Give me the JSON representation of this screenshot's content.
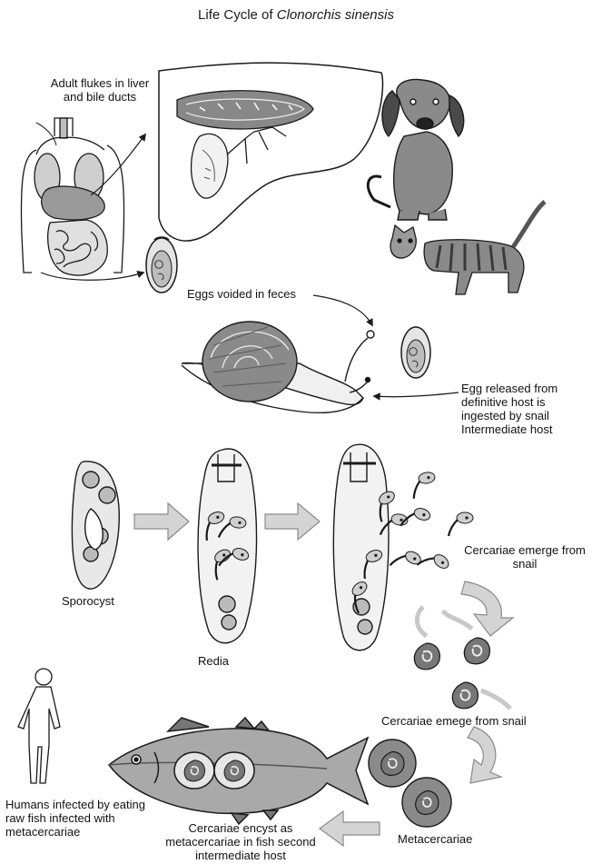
{
  "title": {
    "prefix": "Life Cycle of ",
    "species": "Clonorchis sinensis"
  },
  "labels": {
    "adult_flukes": "Adult flukes in liver and bile ducts",
    "eggs_voided": "Eggs voided in feces",
    "egg_released": "Egg released from definitive host is ingested by snail Intermediate host",
    "sporocyst": "Sporocyst",
    "redia": "Redia",
    "cercariae_emerge_1": "Cercariae emerge from snail",
    "cercariae_emerge_2": "Cercariae emege from snail",
    "metacercariae": "Metacercariae",
    "humans_infected": "Humans infected by eating raw fish infected with metacercariae",
    "cercariae_encyst": "Cercariae encyst as metacercariae in fish second intermediate host"
  },
  "colors": {
    "line": "#1a1a1a",
    "fill_light": "#d9d9d9",
    "fill_mid": "#9a9a9a",
    "fill_dark": "#4a4a4a",
    "arrow": "#d4d4d4"
  }
}
